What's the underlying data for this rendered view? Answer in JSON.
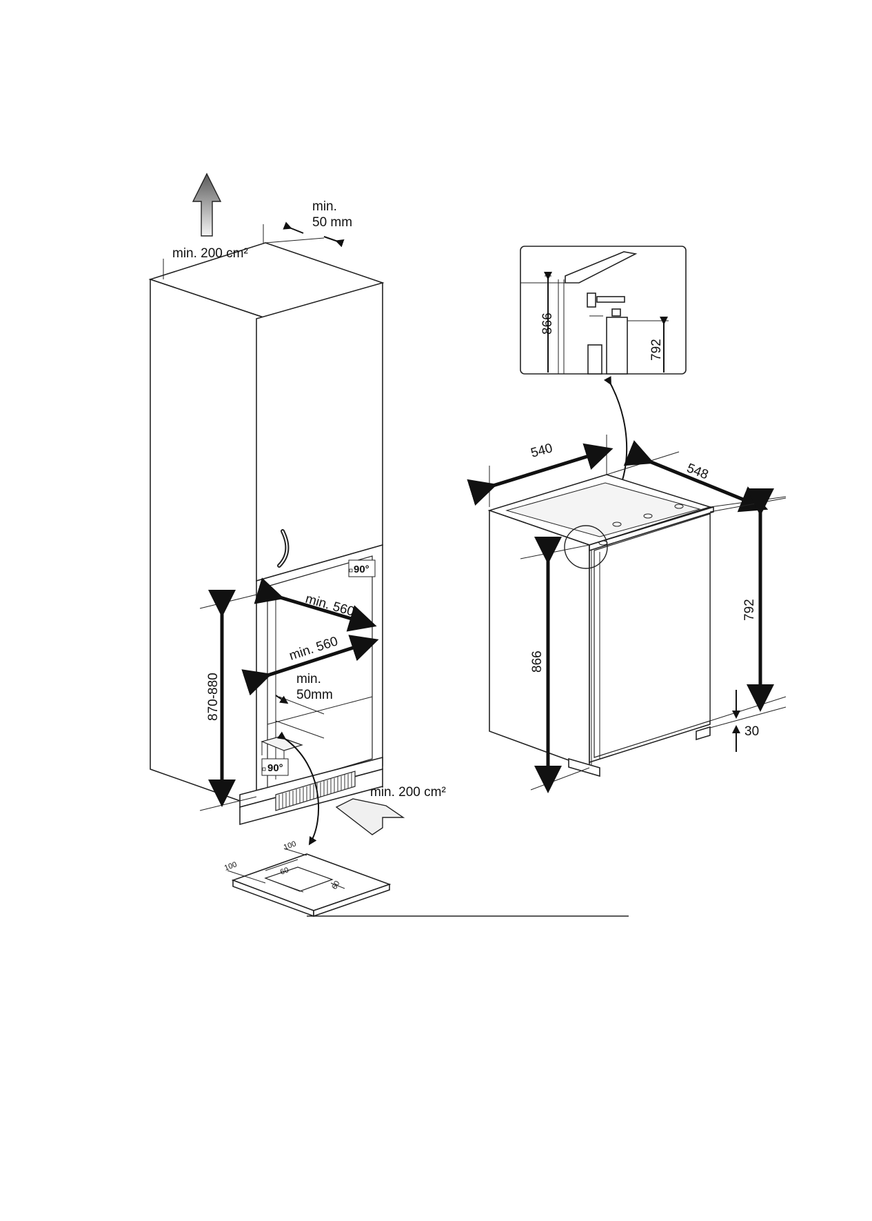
{
  "cabinet": {
    "vent_top_area": "min. 200 cm²",
    "top_gap_min": "min.",
    "top_gap_value": "50 mm",
    "niche_height": "870-880",
    "niche_width_a": "min. 560",
    "niche_width_b": "min. 560",
    "rear_gap_min": "min.",
    "rear_gap_value": "50mm",
    "angle_top": "90°",
    "angle_bottom": "90°",
    "vent_bottom_area": "min. 200 cm²"
  },
  "floor_cutout": {
    "dim_a": "100",
    "dim_b": "100",
    "dim_c": "60",
    "dim_d": "60"
  },
  "appliance": {
    "width": "540",
    "depth": "548",
    "height_total": "866",
    "height_body": "792",
    "plinth_gap": "30"
  },
  "detail": {
    "height_total": "866",
    "height_body": "792"
  }
}
